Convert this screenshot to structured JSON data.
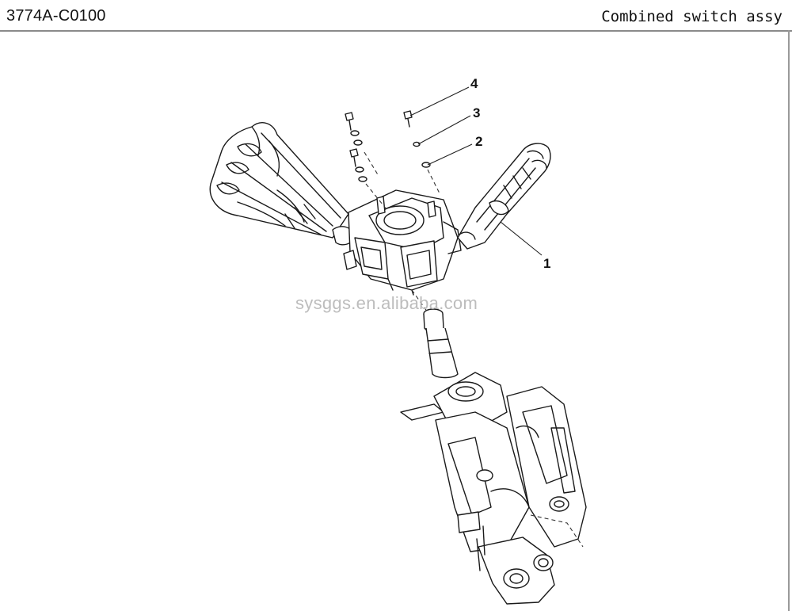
{
  "header": {
    "part_code": "3774A-C0100",
    "title": "Combined switch assy"
  },
  "callouts": [
    {
      "label": "4"
    },
    {
      "label": "3"
    },
    {
      "label": "2"
    },
    {
      "label": "1"
    }
  ],
  "watermark": "sysggs.en.alibaba.com"
}
